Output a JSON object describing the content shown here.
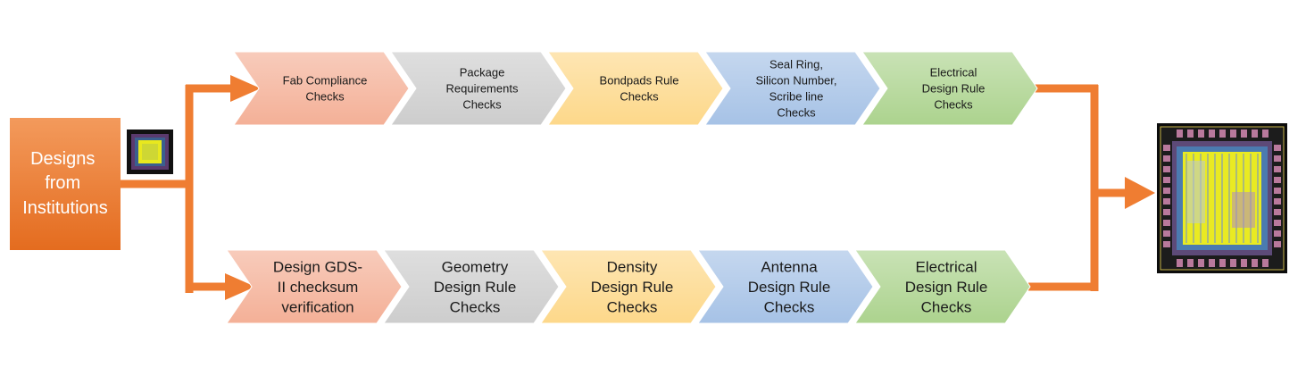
{
  "source": {
    "label_lines": [
      "Designs",
      "from",
      "Institutions"
    ],
    "color": "#ee7a30"
  },
  "arrow_color": "#ef7d32",
  "top_row": {
    "steps": [
      {
        "lines": [
          "Fab Compliance",
          "Checks"
        ],
        "fill": "#f4b097",
        "icon": "chevron-step"
      },
      {
        "lines": [
          "Package",
          "Requirements",
          "Checks"
        ],
        "fill": "#cdcdcd",
        "icon": "chevron-step"
      },
      {
        "lines": [
          "Bondpads Rule",
          "Checks"
        ],
        "fill": "#fdd88a",
        "icon": "chevron-step"
      },
      {
        "lines": [
          "Seal Ring,",
          "Silicon Number,",
          "Scribe line",
          "Checks"
        ],
        "fill": "#a6c2e6",
        "icon": "chevron-step"
      },
      {
        "lines": [
          "Electrical",
          "Design Rule",
          "Checks"
        ],
        "fill": "#acd38e",
        "icon": "chevron-step"
      }
    ]
  },
  "bottom_row": {
    "steps": [
      {
        "lines": [
          "Design GDS-",
          "II checksum",
          "verification"
        ],
        "fill": "#f4b097",
        "icon": "chevron-step"
      },
      {
        "lines": [
          "Geometry",
          "Design Rule",
          "Checks"
        ],
        "fill": "#cdcdcd",
        "icon": "chevron-step"
      },
      {
        "lines": [
          "Density",
          "Design Rule",
          "Checks"
        ],
        "fill": "#fdd88a",
        "icon": "chevron-step"
      },
      {
        "lines": [
          "Antenna",
          "Design Rule",
          "Checks"
        ],
        "fill": "#a6c2e6",
        "icon": "chevron-step"
      },
      {
        "lines": [
          "Electrical",
          "Design Rule",
          "Checks"
        ],
        "fill": "#acd38e",
        "icon": "chevron-step"
      }
    ]
  },
  "icons": {
    "small_chip": "chip-layout-thumbnail",
    "large_chip": "chip-layout-image"
  }
}
